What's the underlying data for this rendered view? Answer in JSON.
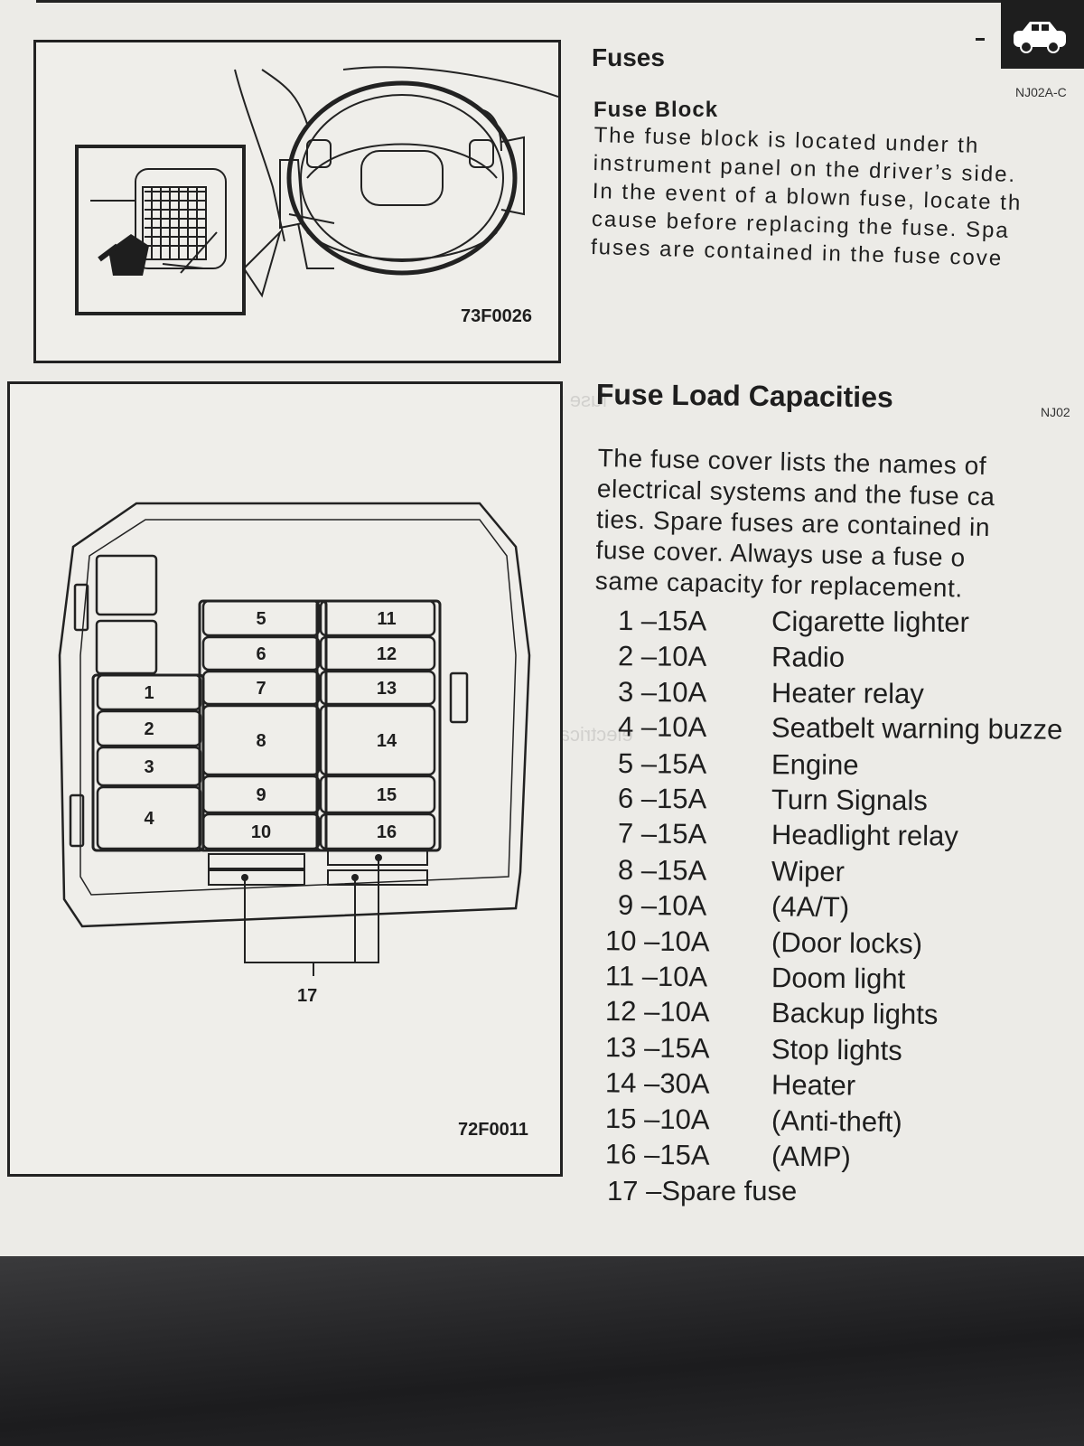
{
  "header": {
    "title": "Fuses",
    "code": "NJ02A-C"
  },
  "figures": {
    "top_caption": "73F0026",
    "bottom_caption": "72F0011",
    "fuse_slots": [
      {
        "label": "1"
      },
      {
        "label": "2"
      },
      {
        "label": "3"
      },
      {
        "label": "4"
      },
      {
        "label": "5"
      },
      {
        "label": "6"
      },
      {
        "label": "7"
      },
      {
        "label": "8"
      },
      {
        "label": "9"
      },
      {
        "label": "10"
      },
      {
        "label": "11"
      },
      {
        "label": "12"
      },
      {
        "label": "13"
      },
      {
        "label": "14"
      },
      {
        "label": "15"
      },
      {
        "label": "16"
      }
    ],
    "spare_label": "17"
  },
  "fuse_block": {
    "title": "Fuse Block",
    "text": "The fuse block is located under th\ninstrument panel on the driver’s side.\nIn the event of a blown fuse, locate th\ncause before replacing the fuse. Spa\nfuses are contained in the fuse cove"
  },
  "load": {
    "title": "Fuse Load Capacities",
    "code": "NJ02",
    "text": "The fuse cover lists the names of\nelectrical systems and the fuse ca\nties. Spare fuses are contained in\nfuse cover. Always use a fuse o\nsame capacity for replacement.",
    "fuses": [
      {
        "num": "1 –15A",
        "name": "Cigarette lighter"
      },
      {
        "num": "2 –10A",
        "name": "Radio"
      },
      {
        "num": "3 –10A",
        "name": "Heater relay"
      },
      {
        "num": "4 –10A",
        "name": "Seatbelt warning buzze"
      },
      {
        "num": "5 –15A",
        "name": "Engine"
      },
      {
        "num": "6 –15A",
        "name": "Turn Signals"
      },
      {
        "num": "7 –15A",
        "name": "Headlight relay"
      },
      {
        "num": "8 –15A",
        "name": "Wiper"
      },
      {
        "num": "9 –10A",
        "name": "(4A/T)"
      },
      {
        "num": "10 –10A",
        "name": "(Door locks)"
      },
      {
        "num": "11 –10A",
        "name": "Doom light"
      },
      {
        "num": "12 –10A",
        "name": "Backup lights"
      },
      {
        "num": "13 –15A",
        "name": "Stop lights"
      },
      {
        "num": "14 –30A",
        "name": "Heater"
      },
      {
        "num": "15 –10A",
        "name": "(Anti-theft)"
      },
      {
        "num": "16 –15A",
        "name": "(AMP)"
      }
    ],
    "spare": "17 –Spare fuse"
  }
}
